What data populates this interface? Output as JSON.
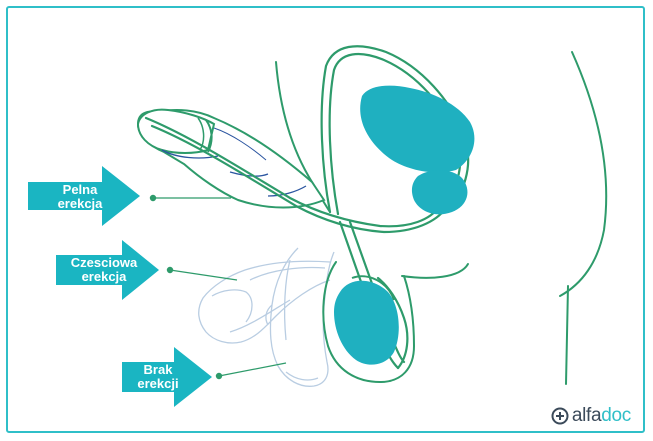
{
  "labels": {
    "full": [
      "Pelna",
      "erekcja"
    ],
    "partial": [
      "Czesciowa",
      "erekcja"
    ],
    "none": [
      "Brak",
      "erekcji"
    ]
  },
  "brand": {
    "prefix": "alfa",
    "suffix": "doc",
    "icon": "plus-circle-icon"
  },
  "colors": {
    "green": "#2e9b6b",
    "teal": "#1fb0c0",
    "arrow": "#1ab5c2",
    "blue": "#2b55a0",
    "ghost": "#b9cde2"
  }
}
